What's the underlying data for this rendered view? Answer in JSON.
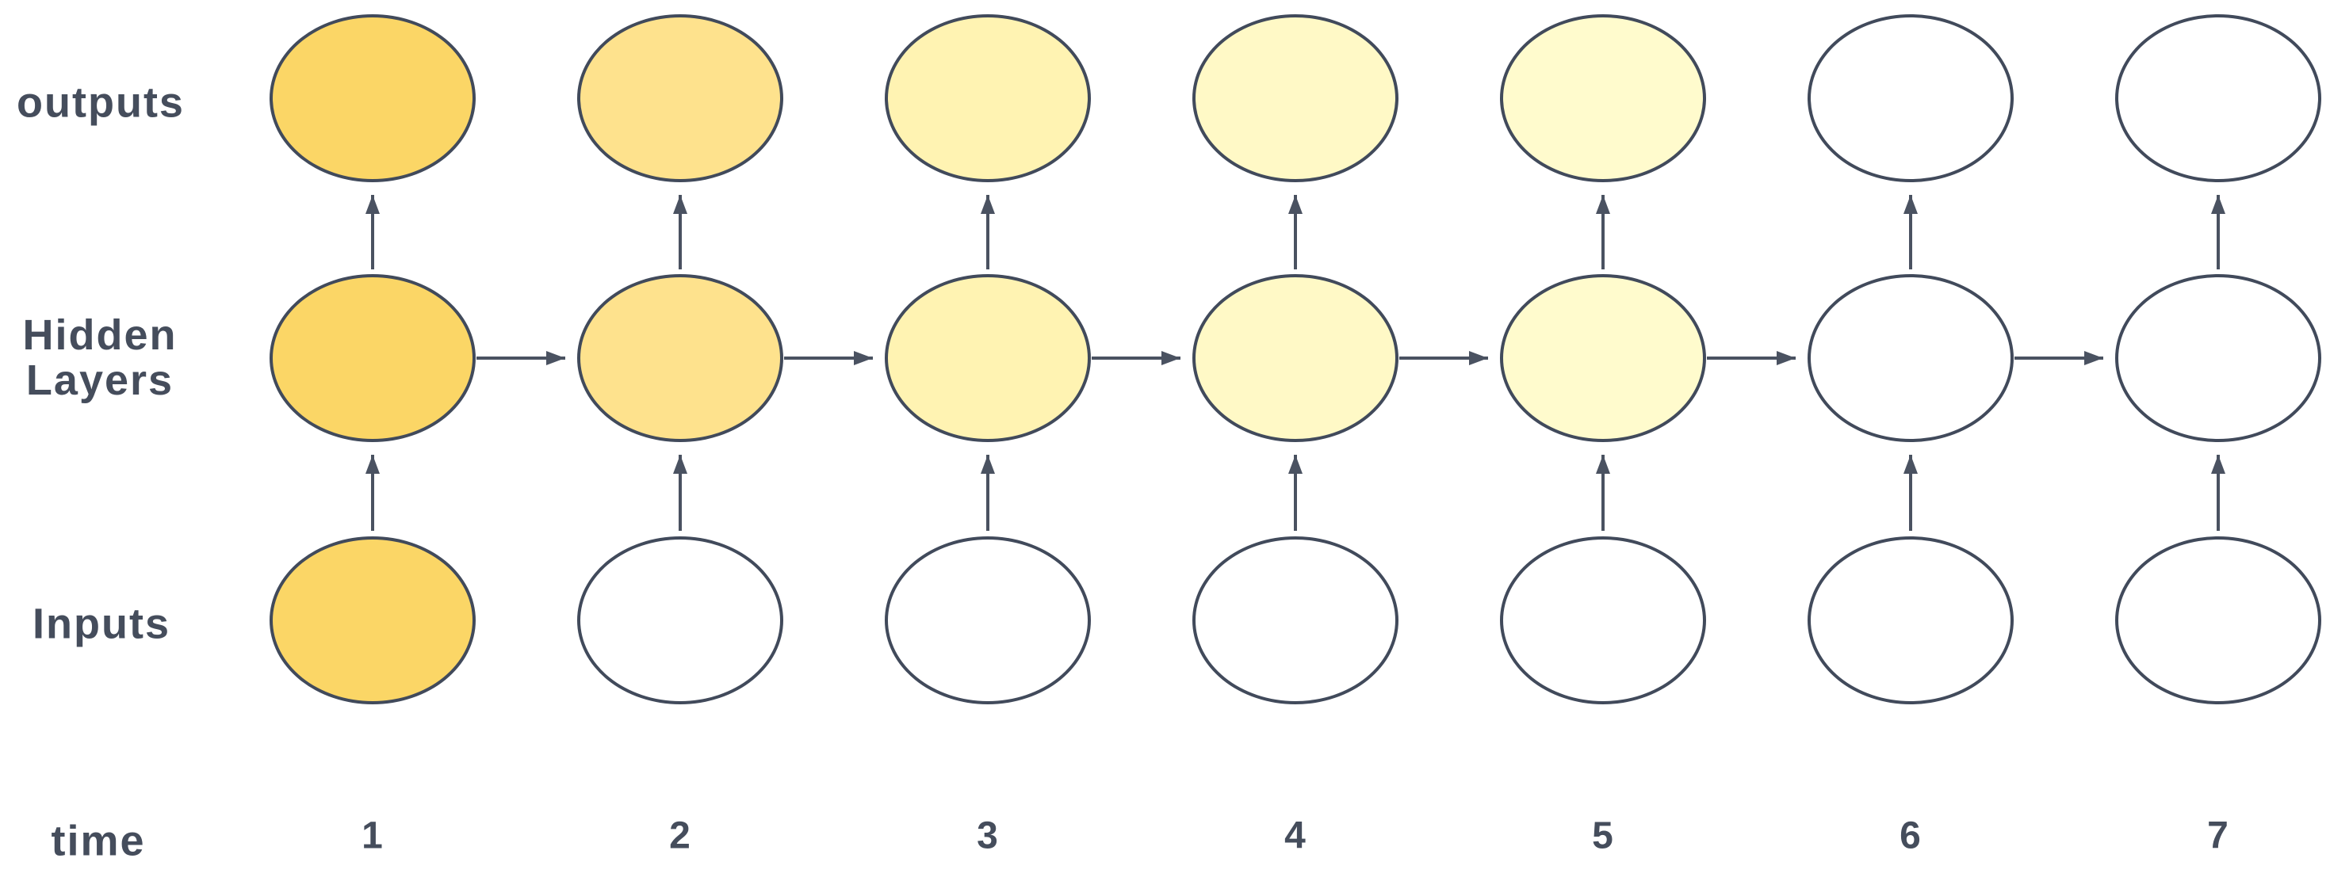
{
  "diagram": {
    "type": "recurrent-neural-network-unrolled",
    "rows": [
      "outputs",
      "hidden",
      "inputs"
    ],
    "num_time_steps": 7
  },
  "labels": {
    "outputs": "outputs",
    "hidden_line1": "Hidden",
    "hidden_line2": "Layers",
    "inputs": "Inputs",
    "time": "time"
  },
  "time_steps": [
    "1",
    "2",
    "3",
    "4",
    "5",
    "6",
    "7"
  ],
  "colors": {
    "node_border": "#414A5B",
    "arrow": "#4A5261",
    "text": "#454D5C",
    "background": "#FFFFFF",
    "node_fills": {
      "outputs": [
        "#FBD666",
        "#FEE28D",
        "#FFF3B2",
        "#FFF9C6",
        "#FFFBCD",
        "#FFFFFF",
        "#FFFFFF"
      ],
      "hidden": [
        "#FBD666",
        "#FEE28D",
        "#FFF3B2",
        "#FFF9C6",
        "#FFFBCD",
        "#FFFFFF",
        "#FFFFFF"
      ],
      "inputs": [
        "#FBD666",
        "#FFFFFF",
        "#FFFFFF",
        "#FFFFFF",
        "#FFFFFF",
        "#FFFFFF",
        "#FFFFFF"
      ]
    }
  },
  "connections": {
    "vertical_per_column": [
      "inputs-to-hidden",
      "hidden-to-outputs"
    ],
    "horizontal_hidden_chain": [
      "1-2",
      "2-3",
      "3-4",
      "4-5",
      "5-6",
      "6-7"
    ]
  }
}
